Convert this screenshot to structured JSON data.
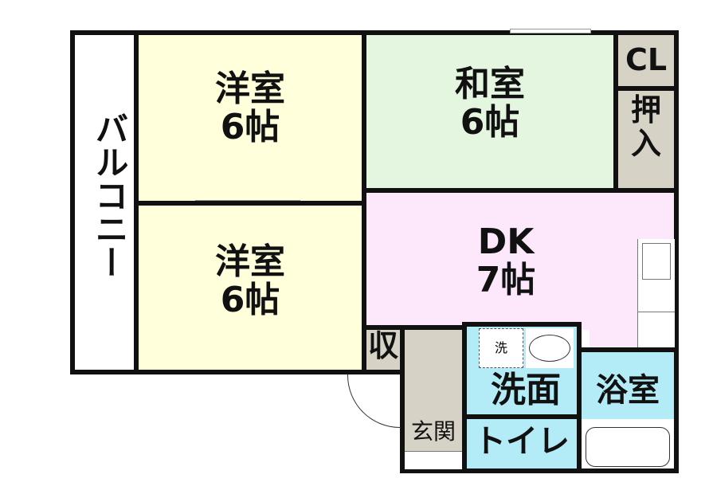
{
  "rooms": {
    "balcony": {
      "name": "バルコニー"
    },
    "western1": {
      "name": "洋室",
      "size": "6帖"
    },
    "western2": {
      "name": "洋室",
      "size": "6帖"
    },
    "japanese": {
      "name": "和室",
      "size": "6帖"
    },
    "closet": {
      "name": "CL"
    },
    "oshiire": {
      "name": "押入"
    },
    "dk": {
      "name": "DK",
      "size": "7帖"
    },
    "storage": {
      "name": "収"
    },
    "entrance": {
      "name": "玄関"
    },
    "washroom": {
      "name": "洗面",
      "washer": "洗"
    },
    "toilet": {
      "name": "トイレ"
    },
    "bath": {
      "name": "浴室"
    }
  },
  "colors": {
    "western": "#ffffdc",
    "japanese": "#e4f5e0",
    "dk": "#fde8fb",
    "wet": "#b3ecf7",
    "storage": "#d6d2c6",
    "wall": "#111111"
  }
}
